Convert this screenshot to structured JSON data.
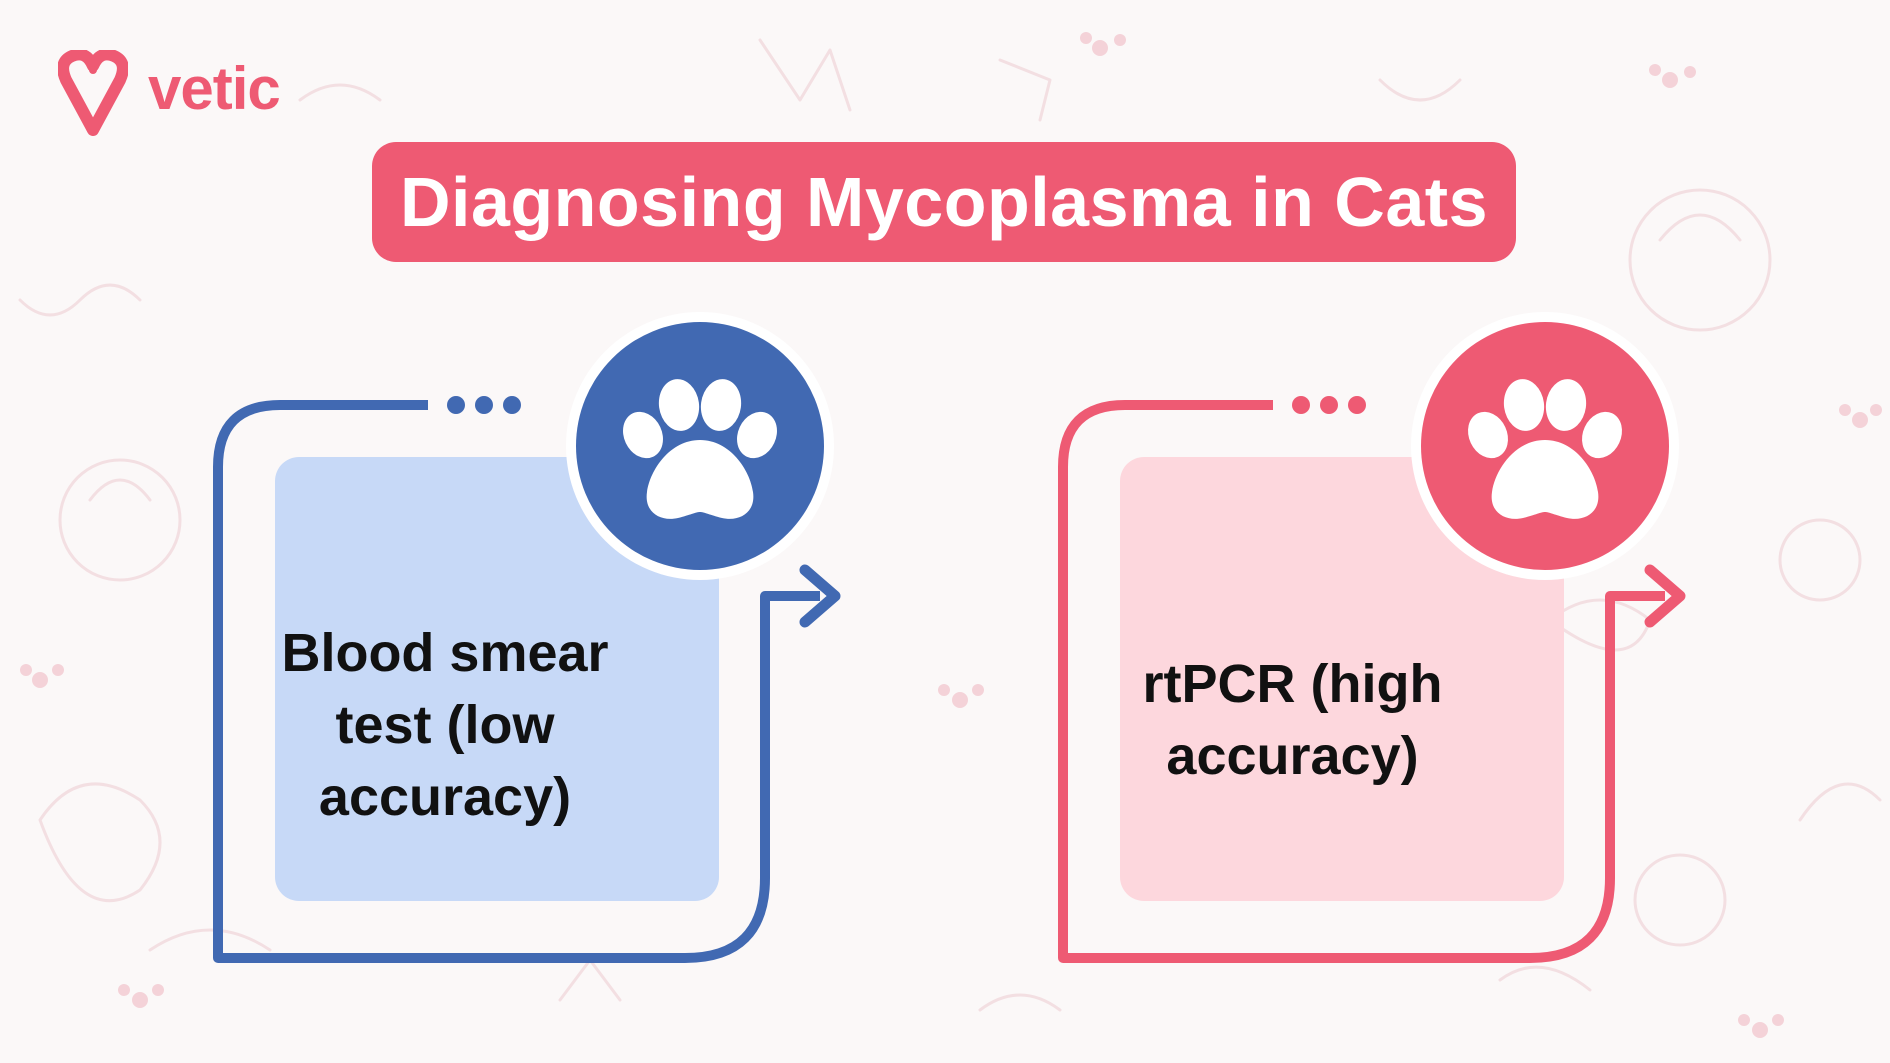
{
  "brand": {
    "name": "vetic",
    "color": "#ee5a73"
  },
  "title": "Diagnosing Mycoplasma in Cats",
  "colors": {
    "accent_pink": "#ee5a73",
    "accent_blue": "#4169b2",
    "card_blue_fill": "#c7d9f7",
    "card_pink_fill": "#fdd7dd",
    "background": "#fbf8f8"
  },
  "cards": [
    {
      "text": "Blood smear test (low accuracy)",
      "theme": "blue",
      "icon": "paw-icon"
    },
    {
      "text": "rtPCR (high accuracy)",
      "theme": "pink",
      "icon": "paw-icon"
    }
  ]
}
